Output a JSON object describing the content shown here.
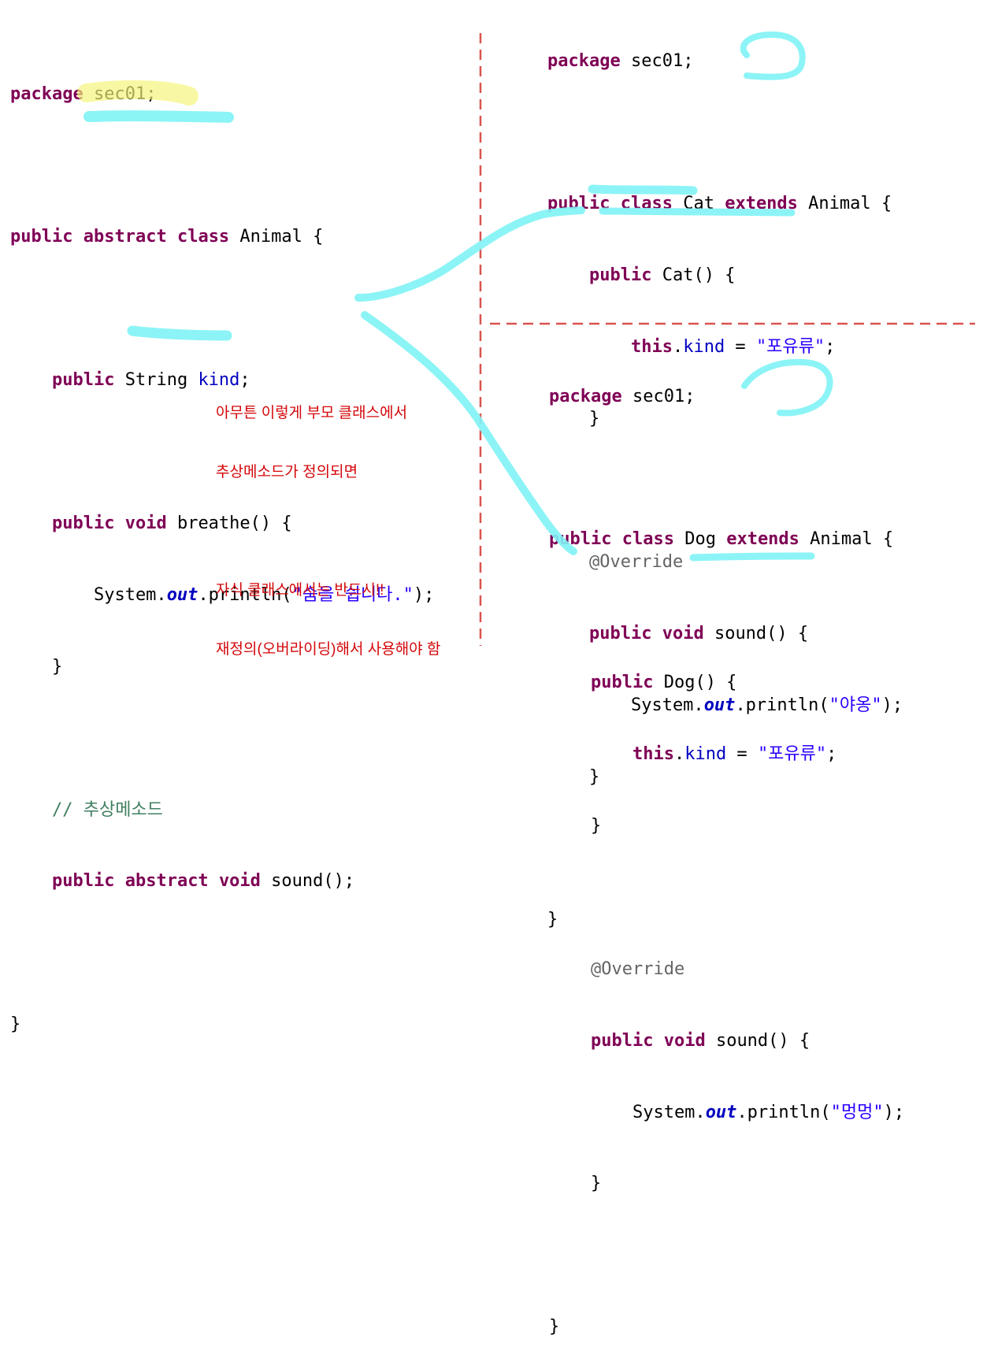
{
  "animal": {
    "package": [
      "package",
      " sec01;"
    ],
    "class_decl": [
      "public",
      " ",
      "abstract",
      " ",
      "class",
      " Animal {"
    ],
    "field": [
      "    ",
      "public",
      " String ",
      "kind",
      ";"
    ],
    "breathe_decl": [
      "    ",
      "public",
      " ",
      "void",
      " breathe() {"
    ],
    "println": [
      "        System.",
      "out",
      ".println(",
      "\"숨을 쉽니다.\"",
      ");"
    ],
    "close_method": "    }",
    "comment": "    // 추상메소드",
    "abstract_method": [
      "    ",
      "public",
      " ",
      "abstract",
      " ",
      "void",
      " sound();"
    ],
    "close_class": "}"
  },
  "cat": {
    "package": [
      "package",
      " sec01;"
    ],
    "class_decl": [
      "public",
      " ",
      "class",
      " Cat ",
      "extends",
      " Animal {"
    ],
    "ctor_decl": [
      "    ",
      "public",
      " Cat() {"
    ],
    "ctor_body": [
      "        ",
      "this",
      ".",
      "kind",
      " = ",
      "\"포유류\"",
      ";"
    ],
    "close_method": "    }",
    "override": "    @Override",
    "sound_decl": [
      "    ",
      "public",
      " ",
      "void",
      " sound() {"
    ],
    "println": [
      "        System.",
      "out",
      ".println(",
      "\"야옹\"",
      ");"
    ],
    "close_class": "}"
  },
  "dog": {
    "package": [
      "package",
      " sec01;"
    ],
    "class_decl": [
      "public",
      " ",
      "class",
      " Dog ",
      "extends",
      " Animal {"
    ],
    "ctor_decl": [
      "    ",
      "public",
      " Dog() {"
    ],
    "ctor_body": [
      "        ",
      "this",
      ".",
      "kind",
      " = ",
      "\"포유류\"",
      ";"
    ],
    "close_method": "    }",
    "override": "    @Override",
    "sound_decl": [
      "    ",
      "public",
      " ",
      "void",
      " sound() {"
    ],
    "println": [
      "        System.",
      "out",
      ".println(",
      "\"멍멍\"",
      ");"
    ],
    "close_class": "}"
  },
  "notes": {
    "line1": "아무튼 이렇게 부모 클래스에서",
    "line2": "추상메소드가 정의되면",
    "line3": "자식 클래스에서는 반드시!!",
    "line4": "재정의(오버라이딩)해서 사용해야 함"
  },
  "colors": {
    "keyword": "#7f0055",
    "field": "#0000c0",
    "string": "#2a00ff",
    "comment": "#3f7f5f",
    "annotation": "#646464",
    "note_text": "#d4070a",
    "divider": "#d9534f",
    "highlighter_cyan": "#7ff3f5",
    "highlighter_yellow": "#f6f57a"
  }
}
